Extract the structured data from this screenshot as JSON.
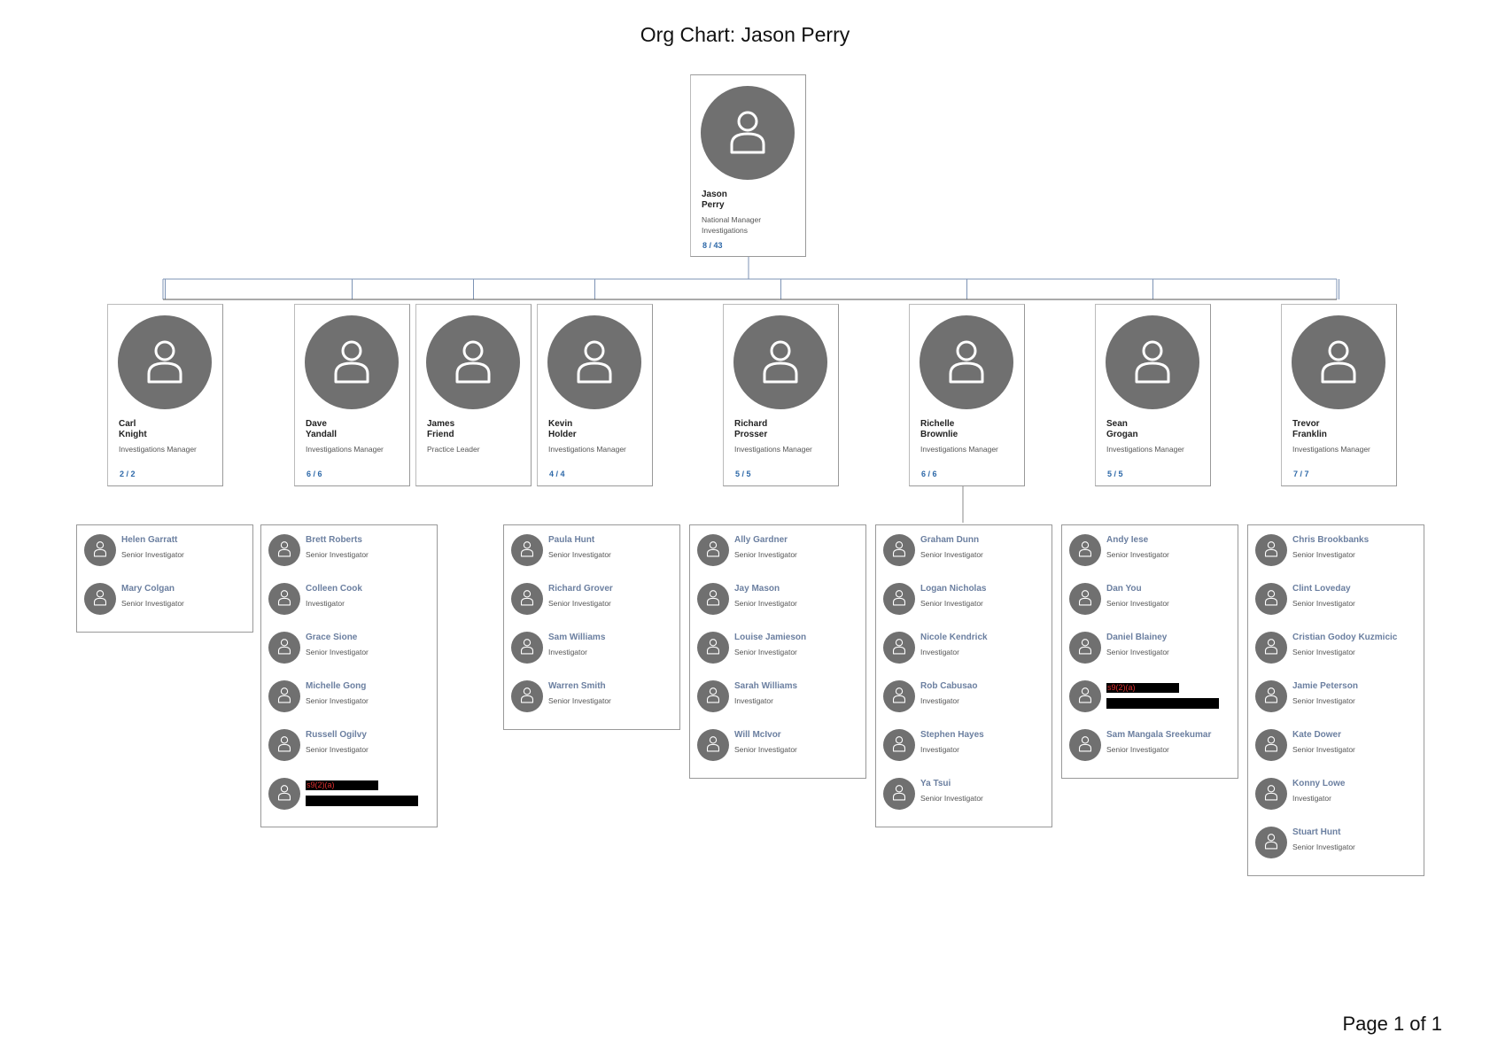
{
  "title": "Org Chart: Jason Perry",
  "footer": "Page 1 of 1",
  "icons": {
    "avatar": "person-icon"
  },
  "colors": {
    "avatar_bg": "#707070",
    "count_text": "#2d68a8",
    "member_name": "#6b7fa0",
    "redaction": "#000000",
    "redaction_label": "#e03030"
  },
  "root": {
    "first": "Jason",
    "last": "Perry",
    "role": "National Manager Investigations",
    "count": "8 / 43"
  },
  "managers": [
    {
      "first": "Carl",
      "last": "Knight",
      "role": "Investigations Manager",
      "count": "2 / 2"
    },
    {
      "first": "Dave",
      "last": "Yandall",
      "role": "Investigations Manager",
      "count": "6 / 6"
    },
    {
      "first": "James",
      "last": "Friend",
      "role": "Practice Leader",
      "count": ""
    },
    {
      "first": "Kevin",
      "last": "Holder",
      "role": "Investigations Manager",
      "count": "4 / 4"
    },
    {
      "first": "Richard",
      "last": "Prosser",
      "role": "Investigations Manager",
      "count": "5 / 5"
    },
    {
      "first": "Richelle",
      "last": "Brownlie",
      "role": "Investigations Manager",
      "count": "6 / 6"
    },
    {
      "first": "Sean",
      "last": "Grogan",
      "role": "Investigations Manager",
      "count": "5 / 5"
    },
    {
      "first": "Trevor",
      "last": "Franklin",
      "role": "Investigations Manager",
      "count": "7 / 7"
    }
  ],
  "teams": [
    {
      "manager": "Carl Knight",
      "members": [
        {
          "name": "Helen Garratt",
          "role": "Senior Investigator"
        },
        {
          "name": "Mary Colgan",
          "role": "Senior Investigator"
        }
      ]
    },
    {
      "manager": "Dave Yandall",
      "members": [
        {
          "name": "Brett Roberts",
          "role": "Senior Investigator"
        },
        {
          "name": "Colleen Cook",
          "role": "Investigator"
        },
        {
          "name": "Grace Sione",
          "role": "Senior Investigator"
        },
        {
          "name": "Michelle Gong",
          "role": "Senior Investigator"
        },
        {
          "name": "Russell Ogilvy",
          "role": "Senior Investigator"
        },
        {
          "redacted": true,
          "label": "s9(2)(a)"
        }
      ]
    },
    {
      "manager": "Kevin Holder",
      "members": [
        {
          "name": "Paula Hunt",
          "role": "Senior Investigator"
        },
        {
          "name": "Richard Grover",
          "role": "Senior Investigator"
        },
        {
          "name": "Sam Williams",
          "role": "Investigator"
        },
        {
          "name": "Warren Smith",
          "role": "Senior Investigator"
        }
      ]
    },
    {
      "manager": "Richard Prosser",
      "members": [
        {
          "name": "Ally Gardner",
          "role": "Senior Investigator"
        },
        {
          "name": "Jay Mason",
          "role": "Senior Investigator"
        },
        {
          "name": "Louise Jamieson",
          "role": "Senior Investigator"
        },
        {
          "name": "Sarah Williams",
          "role": "Investigator"
        },
        {
          "name": "Will McIvor",
          "role": "Senior Investigator"
        }
      ]
    },
    {
      "manager": "Richelle Brownlie",
      "members": [
        {
          "name": "Graham Dunn",
          "role": "Senior Investigator"
        },
        {
          "name": "Logan Nicholas",
          "role": "Senior Investigator"
        },
        {
          "name": "Nicole Kendrick",
          "role": "Investigator"
        },
        {
          "name": "Rob Cabusao",
          "role": "Investigator"
        },
        {
          "name": "Stephen Hayes",
          "role": "Investigator"
        },
        {
          "name": "Ya Tsui",
          "role": "Senior Investigator"
        }
      ]
    },
    {
      "manager": "Sean Grogan",
      "members": [
        {
          "name": "Andy Iese",
          "role": "Senior Investigator"
        },
        {
          "name": "Dan You",
          "role": "Senior Investigator"
        },
        {
          "name": "Daniel Blainey",
          "role": "Senior Investigator"
        },
        {
          "redacted": true,
          "label": "s9(2)(a)"
        },
        {
          "name": "Sam Mangala Sreekumar",
          "role": "Senior Investigator"
        }
      ]
    },
    {
      "manager": "Trevor Franklin",
      "members": [
        {
          "name": "Chris Brookbanks",
          "role": "Senior Investigator"
        },
        {
          "name": "Clint Loveday",
          "role": "Senior Investigator"
        },
        {
          "name": "Cristian Godoy Kuzmicic",
          "role": "Senior Investigator"
        },
        {
          "name": "Jamie Peterson",
          "role": "Senior Investigator"
        },
        {
          "name": "Kate Dower",
          "role": "Senior Investigator"
        },
        {
          "name": "Konny Lowe",
          "role": "Investigator"
        },
        {
          "name": "Stuart Hunt",
          "role": "Senior Investigator"
        }
      ]
    }
  ]
}
